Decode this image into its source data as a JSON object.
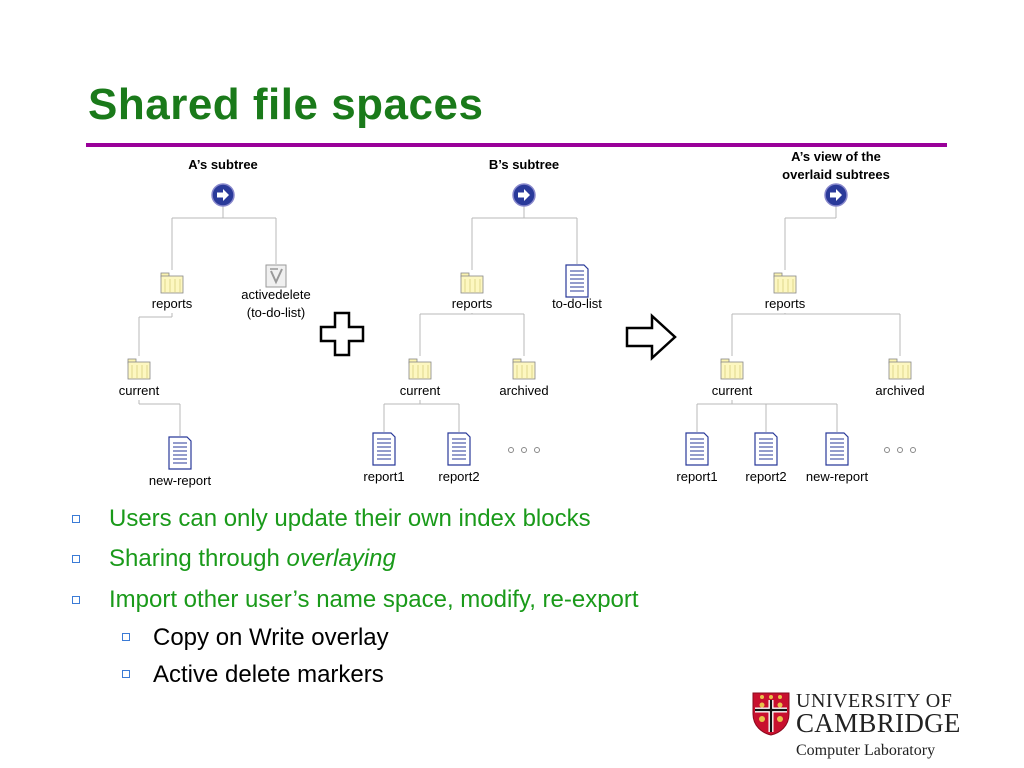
{
  "title": "Shared file spaces",
  "colors": {
    "title": "#1a7a1a",
    "rule": "#990099",
    "bullet_green": "#1a9a1a",
    "bullet_marker": "#3b7bd6"
  },
  "diagram": {
    "tree_a": {
      "heading": "A’s subtree",
      "reports": "reports",
      "activedelete_line1": "activedelete",
      "activedelete_line2": "(to-do-list)",
      "current": "current",
      "new_report": "new-report"
    },
    "tree_b": {
      "heading": "B’s subtree",
      "reports": "reports",
      "todo": "to-do-list",
      "current": "current",
      "archived": "archived",
      "report1": "report1",
      "report2": "report2"
    },
    "tree_c": {
      "heading_line1": "A’s view of the",
      "heading_line2": "overlaid subtrees",
      "reports": "reports",
      "current": "current",
      "archived": "archived",
      "report1": "report1",
      "report2": "report2",
      "new_report": "new-report"
    },
    "operators": {
      "plus": "plus-icon",
      "arrow": "right-arrow-icon"
    }
  },
  "bullets": [
    {
      "level": 1,
      "text": "Users can only update their own index blocks"
    },
    {
      "level": 1,
      "text": "Sharing through ",
      "em": "overlaying"
    },
    {
      "level": 1,
      "text": "Import other user’s name space, modify, re-export"
    },
    {
      "level": 2,
      "text": "Copy on Write overlay"
    },
    {
      "level": 2,
      "text": "Active delete markers"
    }
  ],
  "logo": {
    "line1": "UNIVERSITY OF",
    "line2": "CAMBRIDGE",
    "line3": "Computer Laboratory"
  }
}
